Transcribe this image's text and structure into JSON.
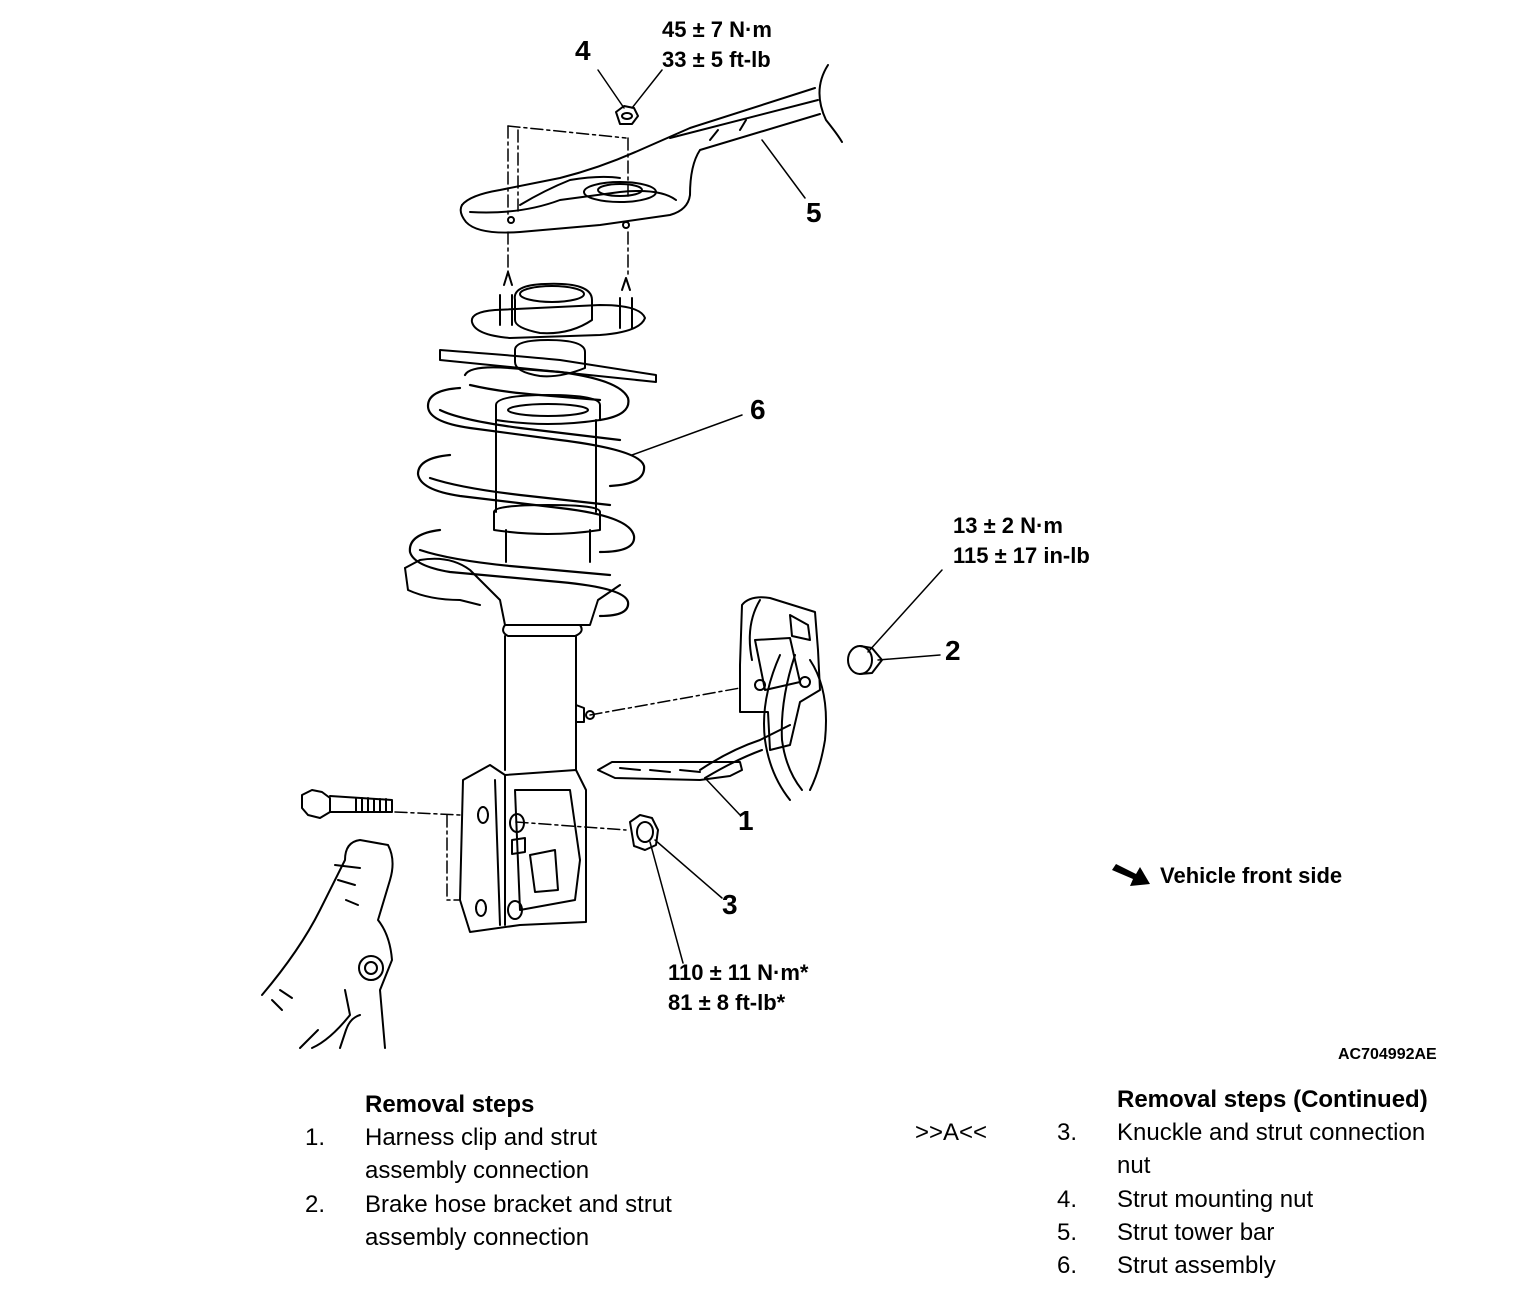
{
  "diagram": {
    "torque": {
      "t4": {
        "metric": "45 ± 7 N·m",
        "imperial": "33 ± 5 ft-lb"
      },
      "t2": {
        "metric": "13 ± 2 N·m",
        "imperial": "115 ± 17 in-lb"
      },
      "t3": {
        "metric": "110 ± 11 N·m*",
        "imperial": "81 ± 8 ft-lb*"
      }
    },
    "callouts": {
      "c1": "1",
      "c2": "2",
      "c3": "3",
      "c4": "4",
      "c5": "5",
      "c6": "6"
    },
    "front_note": "Vehicle front side",
    "figure_code": "AC704992AE"
  },
  "removal_steps": {
    "left": {
      "header": "Removal steps",
      "s1": {
        "num": "1.",
        "line1": "Harness clip and strut",
        "line2": "assembly connection"
      },
      "s2": {
        "num": "2.",
        "line1": "Brake hose bracket and strut",
        "line2": "assembly connection"
      }
    },
    "right": {
      "header": "Removal steps (Continued)",
      "marker": ">>A<<",
      "s3": {
        "num": "3.",
        "line1": "Knuckle and strut connection",
        "line2": "nut"
      },
      "s4": {
        "num": "4.",
        "line1": "Strut mounting nut"
      },
      "s5": {
        "num": "5.",
        "line1": "Strut tower bar"
      },
      "s6": {
        "num": "6.",
        "line1": "Strut assembly"
      }
    }
  }
}
